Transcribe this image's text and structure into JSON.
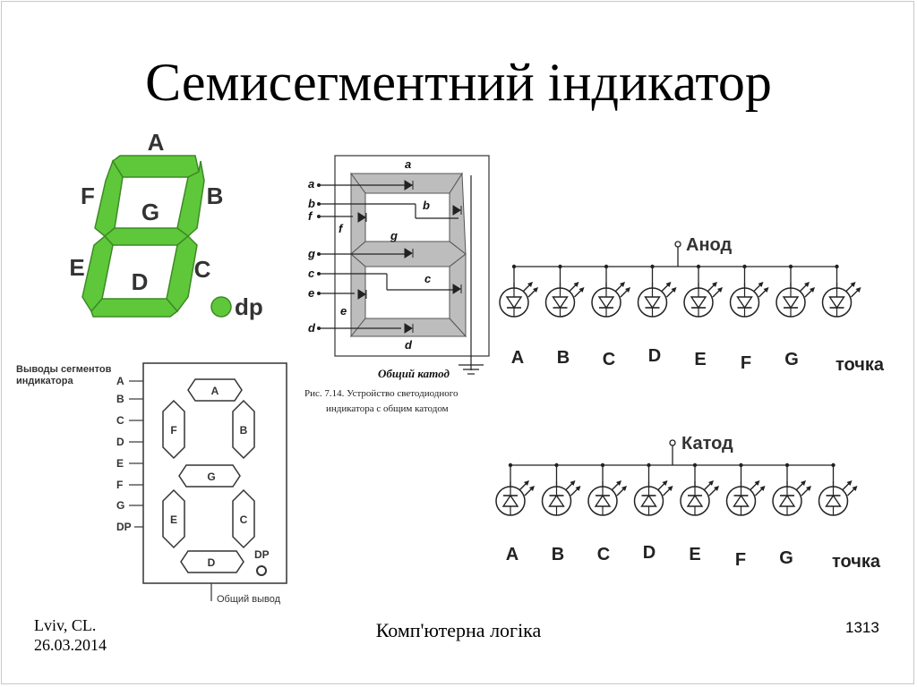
{
  "title": "Семисегментний індикатор",
  "footer": {
    "left_line1": "Lviv, CL.",
    "left_line2": "26.03.2014",
    "center": "Комп'ютерна логіка",
    "page_number": "1313"
  },
  "green_display": {
    "segment_labels": {
      "A": "A",
      "B": "B",
      "C": "C",
      "D": "D",
      "E": "E",
      "F": "F",
      "G": "G"
    },
    "dp_label": "dp",
    "segment_color": "#5ec83a"
  },
  "pinout_diagram": {
    "heading_line1": "Выводы сегментов",
    "heading_line2": "индикатора",
    "pins": [
      "A",
      "B",
      "C",
      "D",
      "E",
      "F",
      "G",
      "DP"
    ],
    "segments": {
      "A": "A",
      "B": "B",
      "C": "C",
      "D": "D",
      "E": "E",
      "F": "F",
      "G": "G"
    },
    "dp_label": "DP",
    "common_label": "Общий вывод"
  },
  "cathode_figure": {
    "inputs": [
      "a",
      "b",
      "f",
      "g",
      "c",
      "e",
      "d"
    ],
    "segment_letters": {
      "a": "a",
      "b": "b",
      "f": "f",
      "g": "g",
      "c": "c",
      "e": "e",
      "d": "d"
    },
    "common_label": "Общий катод",
    "caption_line1": "Рис. 7.14. Устройство светодиодного",
    "caption_line2": "индикатора с общим катодом"
  },
  "common_anode": {
    "label": "Анод",
    "leds": [
      "A",
      "B",
      "C",
      "D",
      "E",
      "F",
      "G",
      "точка"
    ]
  },
  "common_cathode": {
    "label": "Катод",
    "leds": [
      "A",
      "B",
      "C",
      "D",
      "E",
      "F",
      "G",
      "точка"
    ]
  }
}
